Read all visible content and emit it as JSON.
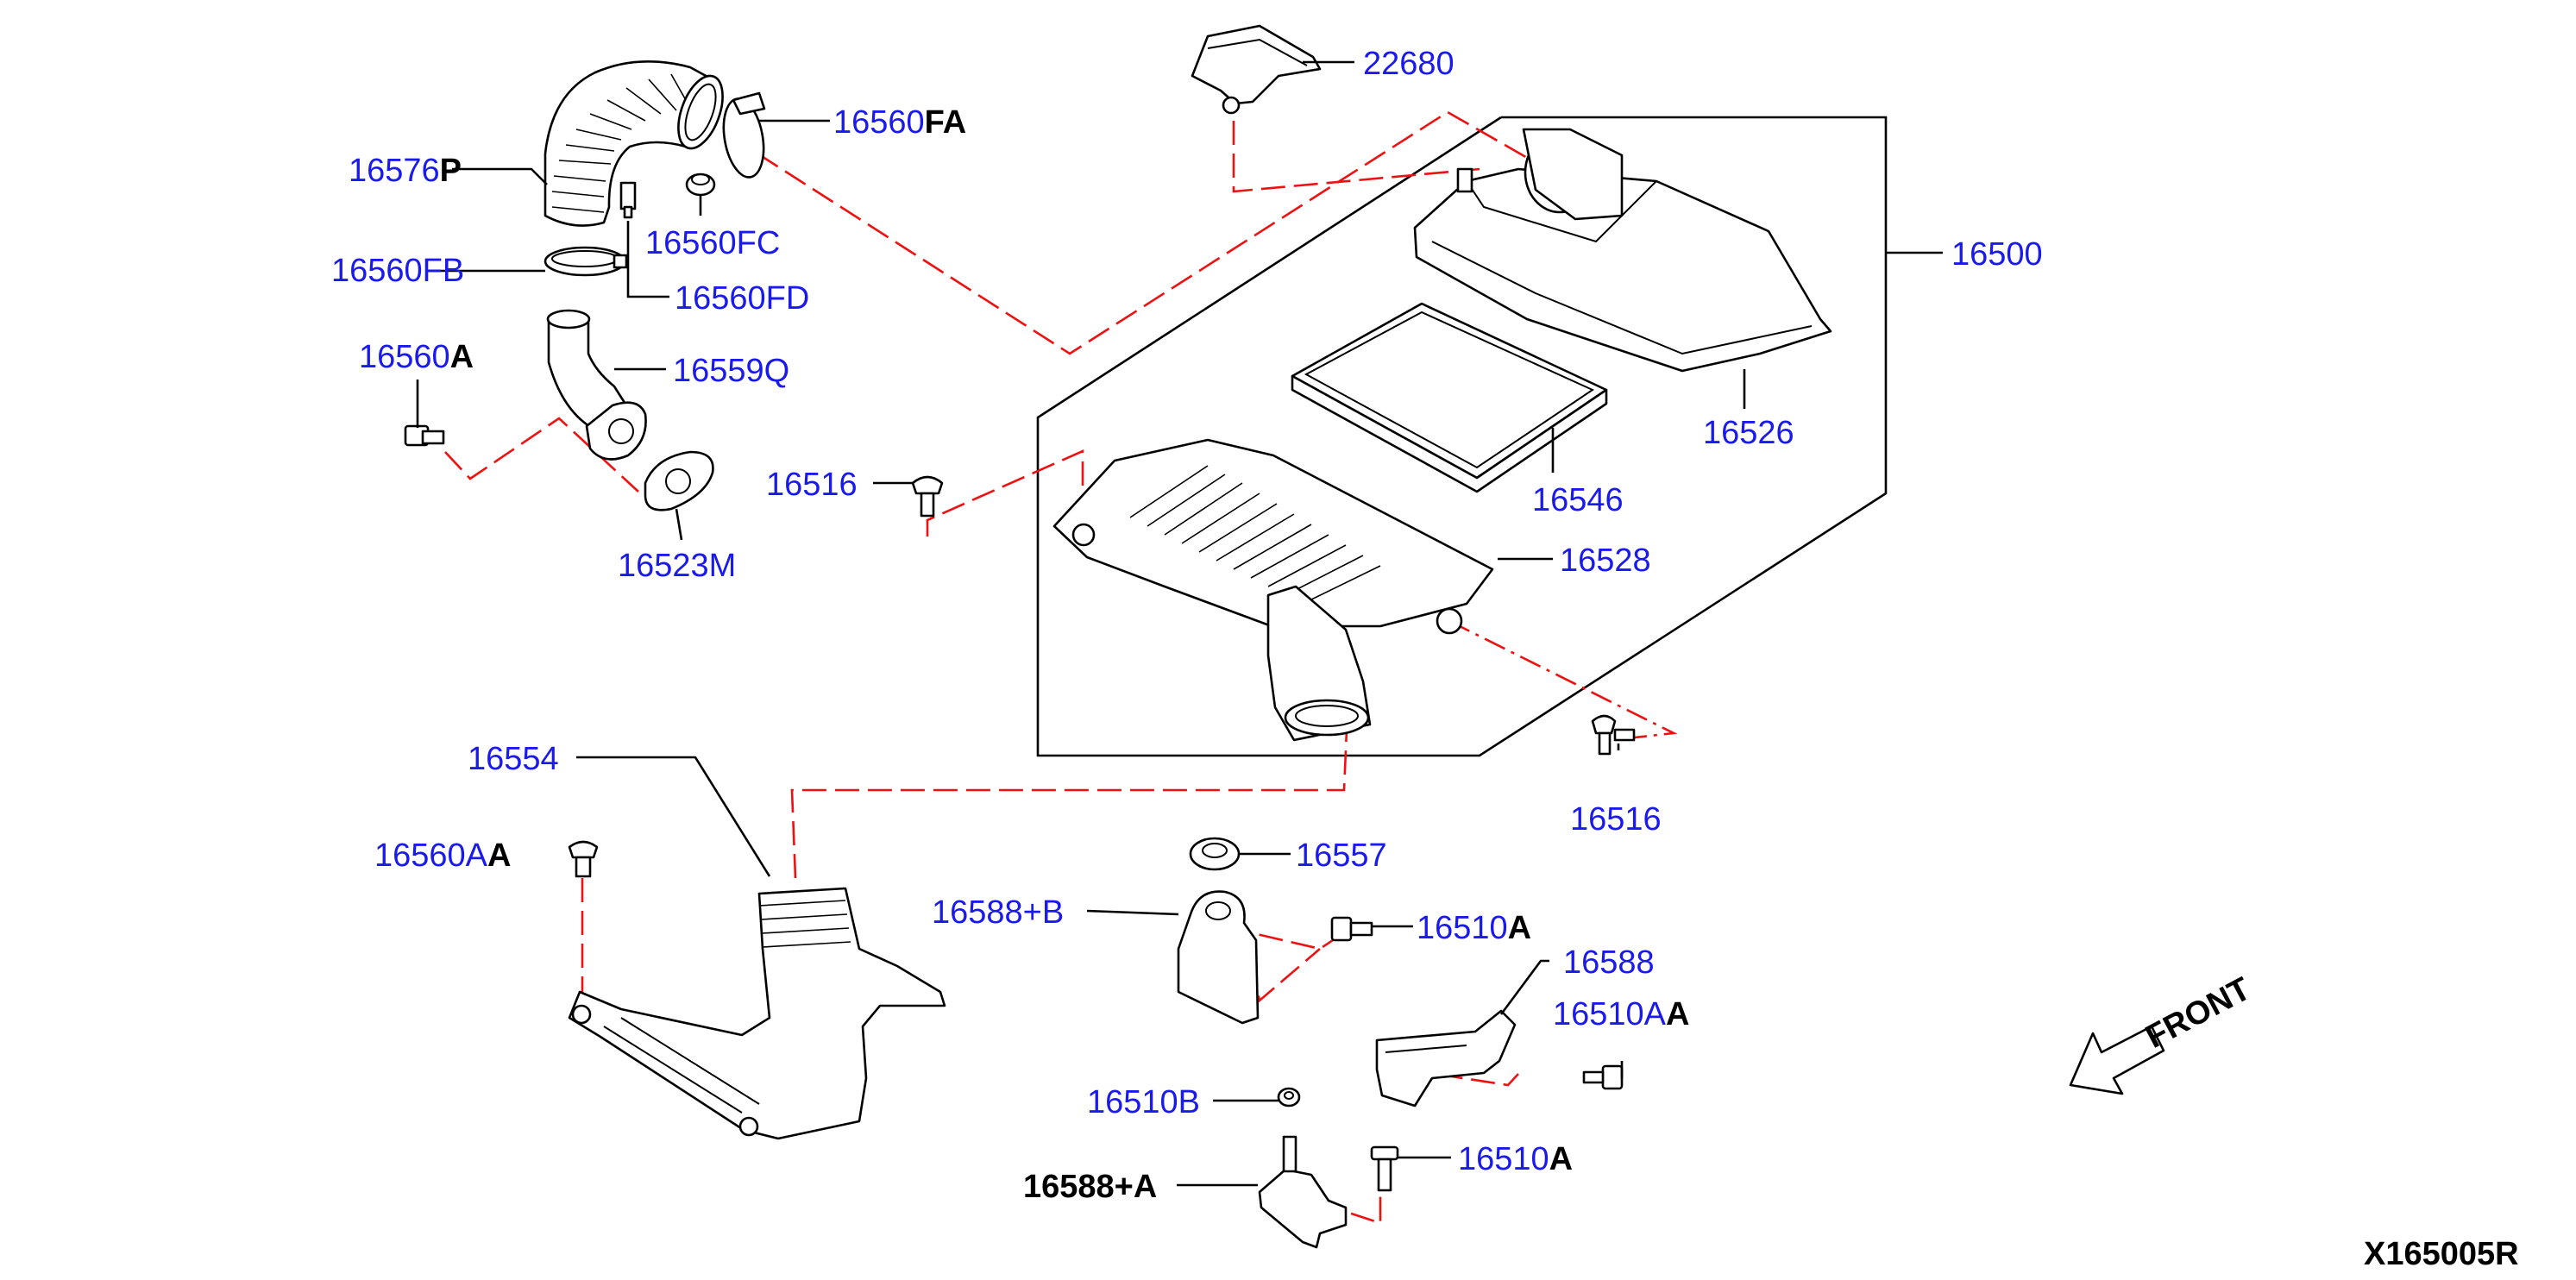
{
  "diagram_id": "X165005R",
  "front_label": "FRONT",
  "labels": {
    "p22680": {
      "num": "22680",
      "suffix": ""
    },
    "p16560fa": {
      "num": "16560",
      "suffix": "FA"
    },
    "p16576p": {
      "num": "16576",
      "suffix": "P"
    },
    "p16560fc": {
      "num": "16560FC",
      "suffix": ""
    },
    "p16500": {
      "num": "16500",
      "suffix": ""
    },
    "p16560fb": {
      "num": "16560FB",
      "suffix": ""
    },
    "p16560fd": {
      "num": "16560FD",
      "suffix": ""
    },
    "p16560a": {
      "num": "16560",
      "suffix": "A"
    },
    "p16559q": {
      "num": "16559Q",
      "suffix": ""
    },
    "p16526": {
      "num": "16526",
      "suffix": ""
    },
    "p16516a": {
      "num": "16516",
      "suffix": ""
    },
    "p16546": {
      "num": "16546",
      "suffix": ""
    },
    "p16523m": {
      "num": "16523M",
      "suffix": ""
    },
    "p16528": {
      "num": "16528",
      "suffix": ""
    },
    "p16554": {
      "num": "16554",
      "suffix": ""
    },
    "p16516b": {
      "num": "16516",
      "suffix": ""
    },
    "p16560aa": {
      "num": "16560A",
      "suffix": "A"
    },
    "p16557": {
      "num": "16557",
      "suffix": ""
    },
    "p16588b": {
      "num": "16588+B",
      "suffix": ""
    },
    "p16510a1": {
      "num": "16510",
      "suffix": "A"
    },
    "p16588": {
      "num": "16588",
      "suffix": ""
    },
    "p16510aa": {
      "num": "16510A",
      "suffix": "A"
    },
    "p16510b": {
      "num": "16510B",
      "suffix": ""
    },
    "p16588a": {
      "num": "16588+A",
      "suffix": ""
    },
    "p16510a2": {
      "num": "16510",
      "suffix": "A"
    }
  }
}
